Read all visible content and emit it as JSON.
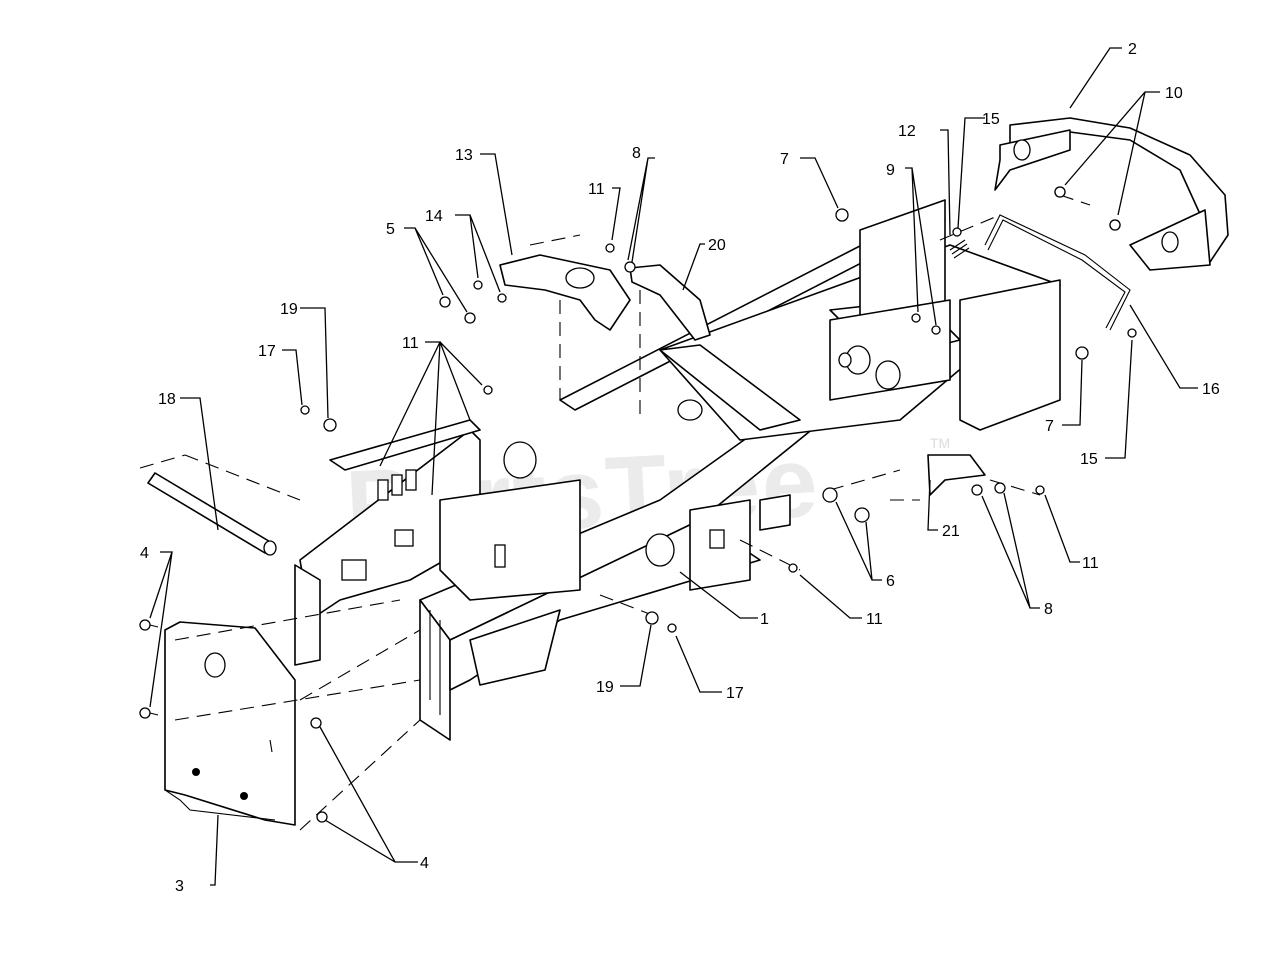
{
  "watermark": {
    "text": "PartsTree",
    "trademark": "TM"
  },
  "callouts": {
    "c1": "1",
    "c2": "2",
    "c3": "3",
    "c4a": "4",
    "c4b": "4",
    "c5": "5",
    "c6": "6",
    "c7a": "7",
    "c7b": "7",
    "c8a": "8",
    "c8b": "8",
    "c9": "9",
    "c10": "10",
    "c11a": "11",
    "c11b": "11",
    "c11c": "11",
    "c11d": "11",
    "c12": "12",
    "c13": "13",
    "c14": "14",
    "c15a": "15",
    "c15b": "15",
    "c16": "16",
    "c17a": "17",
    "c17b": "17",
    "c18": "18",
    "c19a": "19",
    "c19b": "19",
    "c20": "20",
    "c21": "21"
  }
}
